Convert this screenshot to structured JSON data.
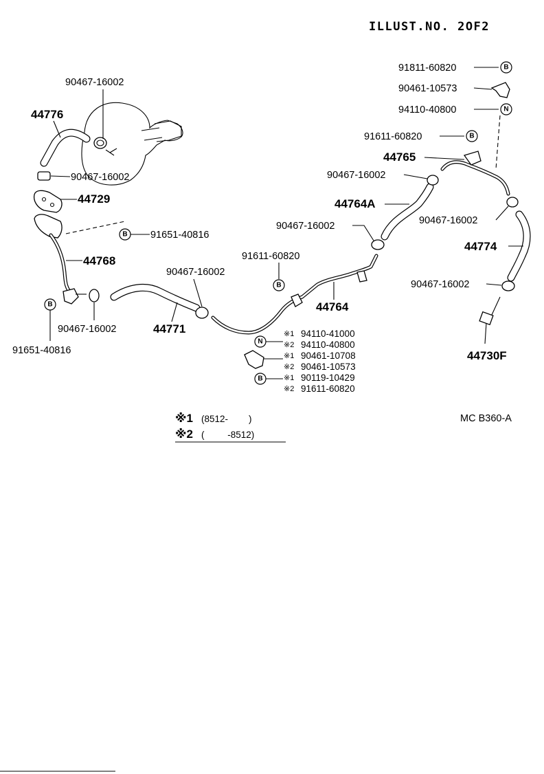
{
  "header": {
    "illust_no": "ILLUST.NO. 2OF2"
  },
  "code": "MC B360-A",
  "symbols": {
    "b": "B",
    "n": "N"
  },
  "callouts": {
    "p91811_top": "91811-60820",
    "p90461_10573_top": "90461-10573",
    "p94110_40800_top": "94110-40800",
    "p91611_60820_mid": "91611-60820",
    "p44765": "44765",
    "p90467_a": "90467-16002",
    "p44764A": "44764A",
    "p90467_b": "90467-16002",
    "p90467_c": "90467-16002",
    "p44774": "44774",
    "p90467_d": "90467-16002",
    "p44730F": "44730F",
    "p90467_top_left": "90467-16002",
    "p44776": "44776",
    "p90467_e": "90467-16002",
    "p44729": "44729",
    "p91651_a": "91651-40816",
    "p44768": "44768",
    "p91611_60820_center": "91611-60820",
    "p90467_f": "90467-16002",
    "p90467_g": "90467-16002",
    "p44771": "44771",
    "p44764": "44764",
    "p91651_b": "91651-40816"
  },
  "variants": {
    "m1": "※1",
    "m2": "※2",
    "r1": "94110-41000",
    "r2": "94110-40800",
    "r3": "90461-10708",
    "r4": "90461-10573",
    "r5": "90119-10429",
    "r6": "91611-60820"
  },
  "legend": {
    "l1_mark": "※1",
    "l1_text": "(8512-        )",
    "l2_mark": "※2",
    "l2_text": "(         -8512)"
  }
}
